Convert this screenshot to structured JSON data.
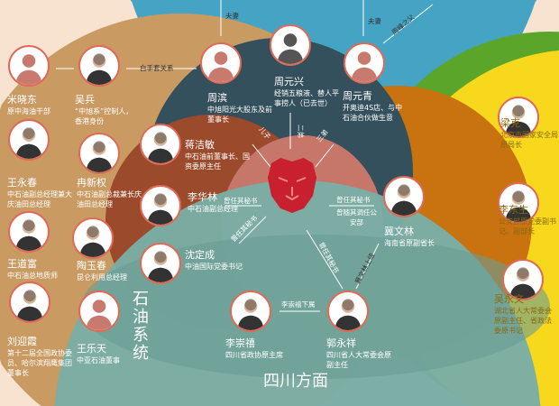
{
  "sections": {
    "oil": "石油系统",
    "sichuan": "四川方面"
  },
  "people": [
    {
      "name": "米晓东",
      "desc": "原中海油干部"
    },
    {
      "name": "吴兵",
      "desc": "“中旭系”控制人，香港身份"
    },
    {
      "name": "周滨",
      "desc": "中旭阳光大股东及前董事长"
    },
    {
      "name": "周元兴",
      "desc": "经销五粮液、替人平事捞人（已去世）"
    },
    {
      "name": "周元青",
      "desc": "开奥迪4S店、与中石油合伙做生意"
    },
    {
      "name": "王永春",
      "desc": "中石油副总经理兼大庆油田总经理"
    },
    {
      "name": "冉新权",
      "desc": "中石油副总裁兼长庆油田总经理"
    },
    {
      "name": "蒋洁敏",
      "desc": "中石油前董事长、国资委原主任"
    },
    {
      "name": "李华林",
      "desc": "中石油副总经理"
    },
    {
      "name": "沈定成",
      "desc": "中油国际党委书记"
    },
    {
      "name": "王道富",
      "desc": "中石油总地质师"
    },
    {
      "name": "陶玉春",
      "desc": "昆仑利用总经理"
    },
    {
      "name": "刘迎霞",
      "desc": "第十二届全国政协委员、哈尔滨翔鹰集团董事长"
    },
    {
      "name": "王乐天",
      "desc": "中亚石油董事"
    },
    {
      "name": "冀文林",
      "desc": "海南省原副省长"
    },
    {
      "name": "李崇禧",
      "desc": "四川省政协原主席"
    },
    {
      "name": "郭永祥",
      "desc": "四川省人大常委会原副主任"
    },
    {
      "name": "梁克",
      "desc": "北京市国家安全局原局长"
    },
    {
      "name": "李东生",
      "desc": "公安部原党委副书记、副部长"
    },
    {
      "name": "吴永文",
      "desc": "湖北省人大常委会原副主任、省政法委原书记"
    }
  ],
  "relations": {
    "spouse1": "夫妻",
    "spouse2": "夫妻",
    "father": "周峰之父",
    "glove": "白手套关系",
    "son": "儿子",
    "brother2": "二弟",
    "brother3": "三弟",
    "sec_left": "曾任其秘书",
    "sec_lower": "曾任其秘书",
    "sec_right": "曾任其秘书",
    "transfer": "曾随其调任公安部",
    "sec_bottom": "曾任其秘书",
    "ji_superior": "冀文林上级",
    "li_sub": "李崇禧下属"
  },
  "colors": {
    "blue": "#45a3c4",
    "tan": "#c99a62",
    "slate": "#34505c",
    "brown": "#9c4a2c",
    "pink": "#c7776a",
    "orange": "#c8730f",
    "yellow": "#f7d81c",
    "teal": "#7aada5",
    "green": "#5aa52a",
    "tiger": "#c8202e"
  }
}
